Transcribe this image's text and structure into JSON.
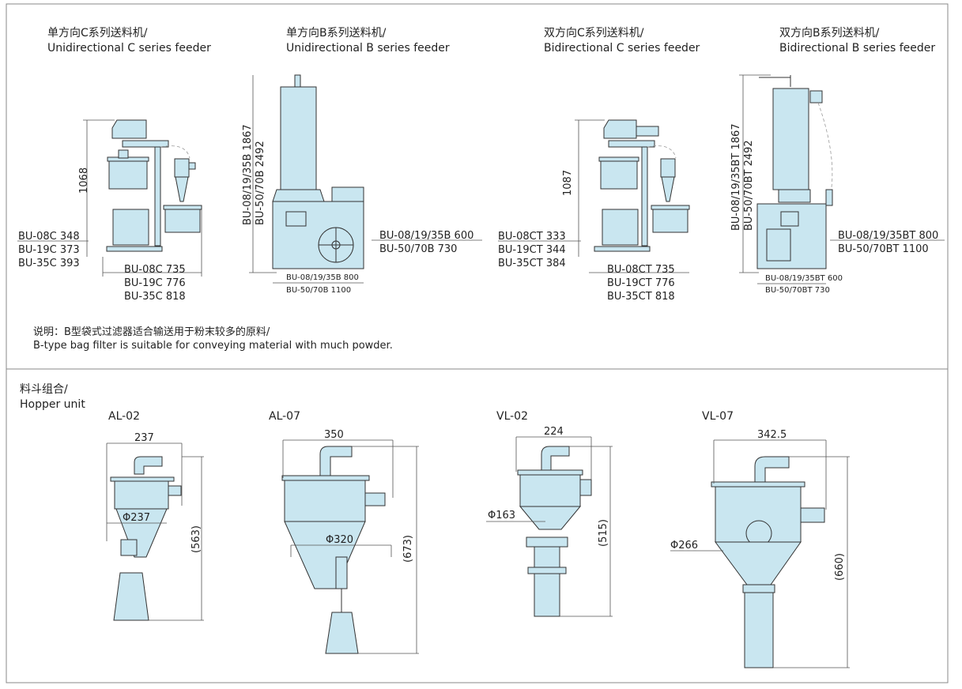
{
  "feeders": [
    {
      "title_cn": "单方向C系列送料机/",
      "title_en": "Unidirectional C series feeder",
      "height": "1068",
      "side": [
        "BU-08C 348",
        "BU-19C 373",
        "BU-35C 393"
      ],
      "width": [
        "BU-08C 735",
        "BU-19C 776",
        "BU-35C 818"
      ]
    },
    {
      "title_cn": "单方向B系列送料机/",
      "title_en": "Unidirectional B series feeder",
      "height1": "BU-08/19/35B 1867",
      "height2": "BU-50/70B  2492",
      "side": [
        "BU-08/19/35B 600",
        "BU-50/70B 730"
      ],
      "width": [
        "BU-08/19/35B 800",
        "BU-50/70B 1100"
      ]
    },
    {
      "title_cn": "双方向C系列送料机/",
      "title_en": "Bidirectional C series feeder",
      "height": "1087",
      "side": [
        "BU-08CT 333",
        "BU-19CT 344",
        "BU-35CT 384"
      ],
      "width": [
        "BU-08CT 735",
        "BU-19CT 776",
        "BU-35CT 818"
      ]
    },
    {
      "title_cn": "双方向B系列送料机/",
      "title_en": "Bidirectional B series feeder",
      "height1": "BU-08/19/35BT 1867",
      "height2": "BU-50/70BT  2492",
      "side": [
        "BU-08/19/35BT 800",
        "BU-50/70BT 1100"
      ],
      "width": [
        "BU-08/19/35BT 600",
        "BU-50/70BT 730"
      ]
    }
  ],
  "note": {
    "cn": "说明：B型袋式过滤器适合输送用于粉末较多的原料/",
    "en": "B-type bag filter is suitable for conveying material with much powder."
  },
  "hopper": {
    "title_cn": "料斗组合/",
    "title_en": "Hopper unit",
    "units": [
      {
        "name": "AL-02",
        "width": "237",
        "dia": "Φ237",
        "height": "(563)"
      },
      {
        "name": "AL-07",
        "width": "350",
        "dia": "Φ320",
        "height": "(673)"
      },
      {
        "name": "VL-02",
        "width": "224",
        "dia": "Φ163",
        "height": "(515)"
      },
      {
        "name": "VL-07",
        "width": "342.5",
        "dia": "Φ266",
        "height": "(660)"
      }
    ]
  },
  "colors": {
    "fill": "#c9e6f0",
    "line": "#333333"
  }
}
